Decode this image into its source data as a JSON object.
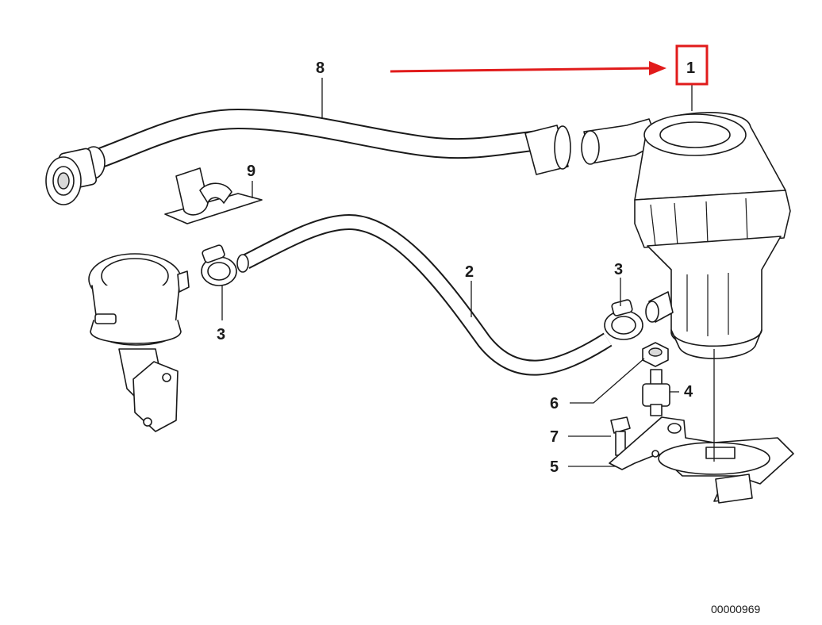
{
  "callouts": {
    "c1": "1",
    "c2": "2",
    "c3a": "3",
    "c3b": "3",
    "c4": "4",
    "c5": "5",
    "c6": "6",
    "c7": "7",
    "c8": "8",
    "c9": "9"
  },
  "reference_number": "00000969",
  "colors": {
    "highlight": "#e11b1b",
    "line": "#1a1a1a"
  }
}
